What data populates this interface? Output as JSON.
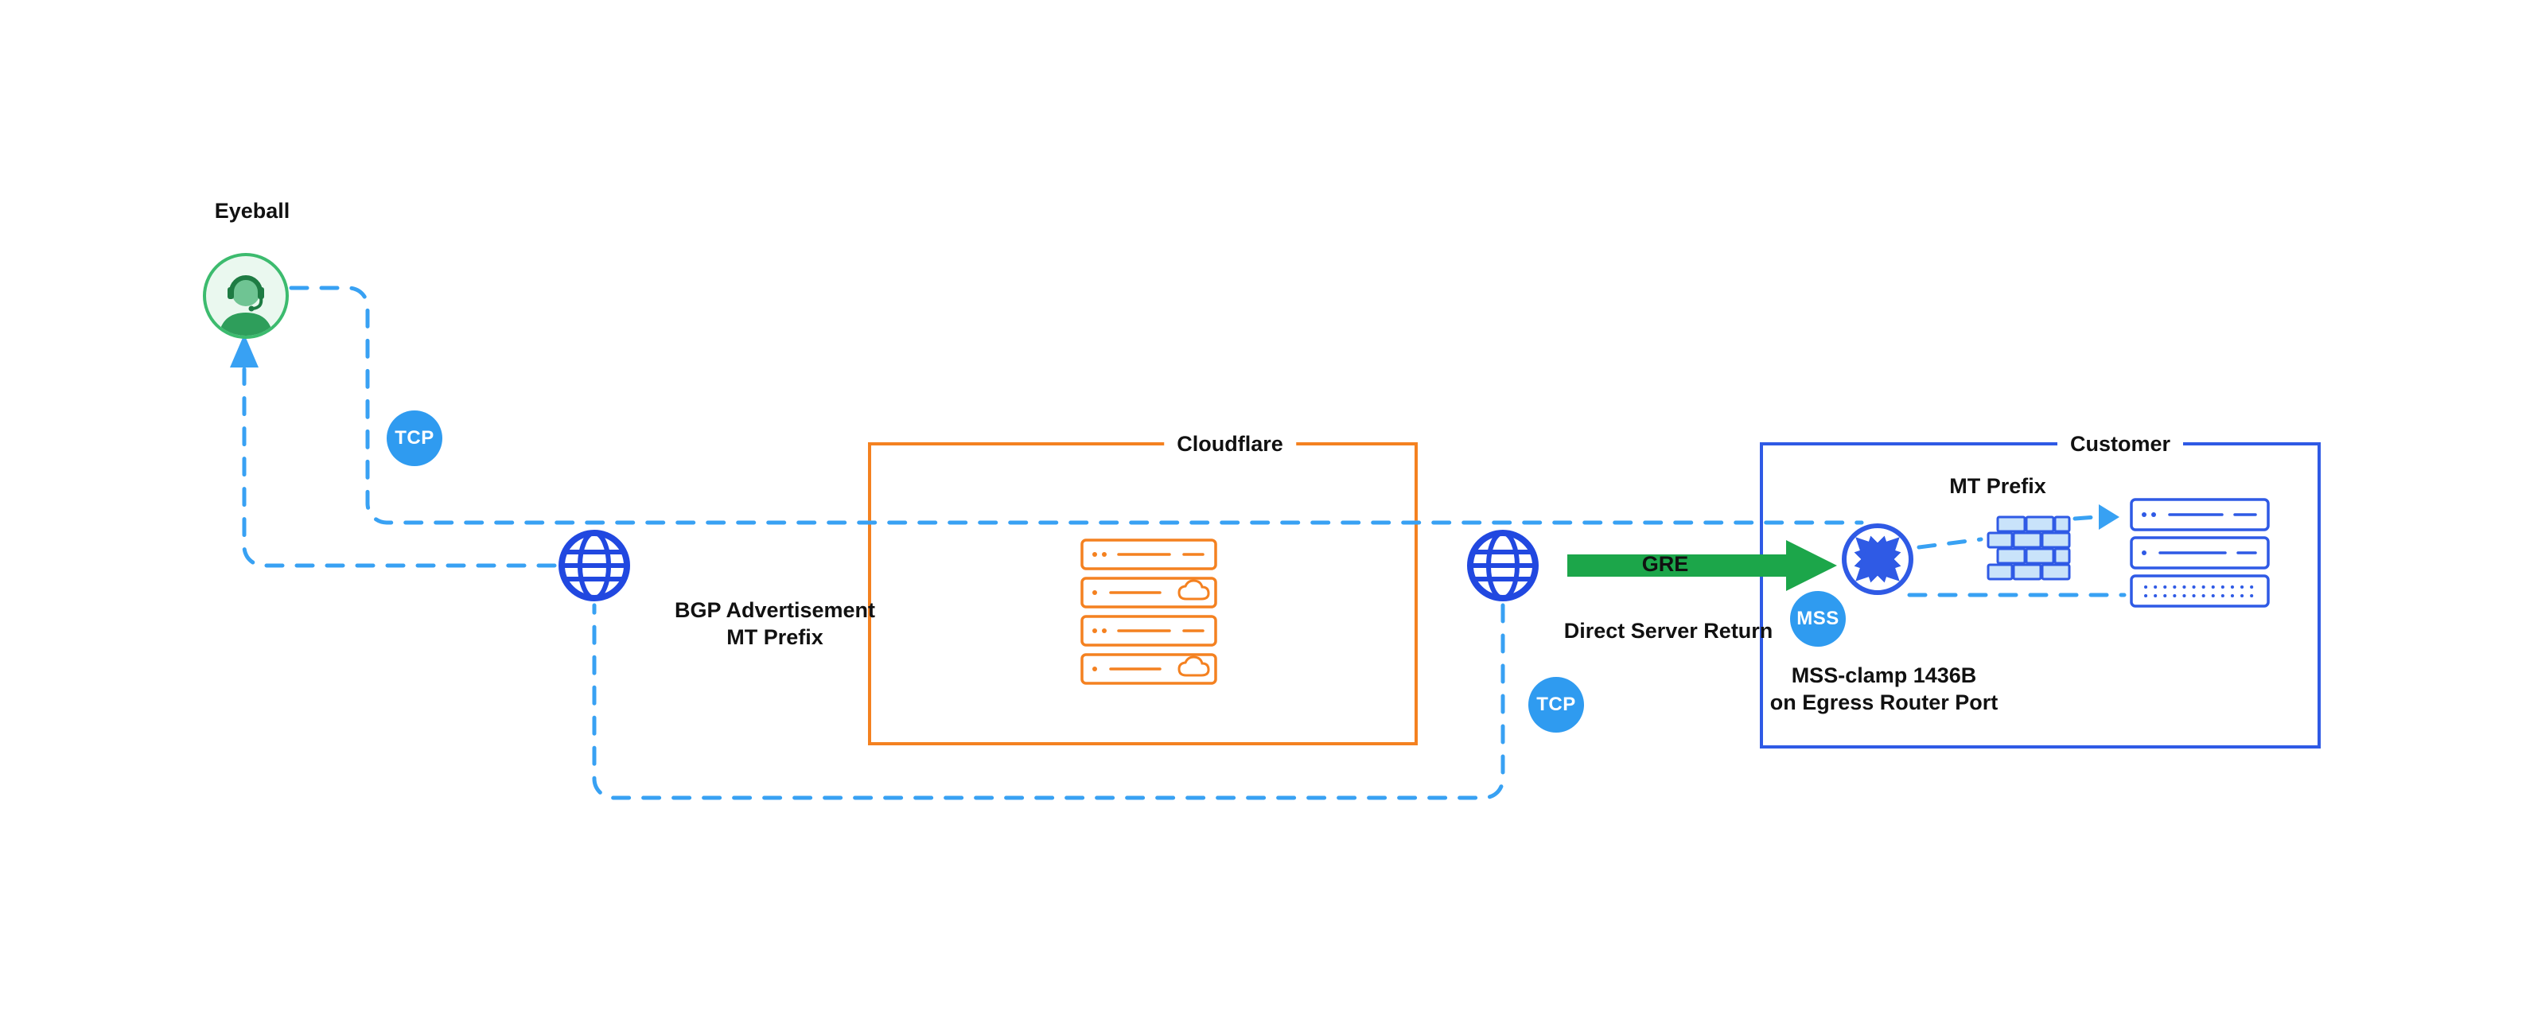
{
  "eyeball": {
    "label": "Eyeball"
  },
  "badges": {
    "tcp_ingress": "TCP",
    "tcp_return": "TCP",
    "mss": "MSS"
  },
  "boxes": {
    "cloudflare": {
      "label": "Cloudflare"
    },
    "customer": {
      "label": "Customer"
    }
  },
  "labels": {
    "bgp_advertisement": "BGP Advertisement",
    "bgp_mt_prefix": "MT Prefix",
    "gre": "GRE",
    "direct_server_return": "Direct Server Return",
    "customer_mt_prefix": "MT Prefix",
    "mss_clamp_line1": "MSS-clamp 1436B",
    "mss_clamp_line2": "on Egress Router Port"
  },
  "icons": {
    "eyeball_avatar": "person-headset-icon",
    "internet_left": "globe-icon",
    "internet_right": "globe-icon",
    "router": "router-icon",
    "firewall": "firewall-icon",
    "cloudflare_servers": "server-stack-icon",
    "customer_servers": "server-stack-icon"
  },
  "colors": {
    "dash_blue": "#38A1F3",
    "badge_blue": "#2F9BF0",
    "globe_blue": "#2148E0",
    "customer_blue": "#2F5AE5",
    "cloudflare_orange": "#F48120",
    "arrow_green": "#1CA64A",
    "avatar_green_border": "#3CBB6E",
    "text_dark": "#111111"
  }
}
